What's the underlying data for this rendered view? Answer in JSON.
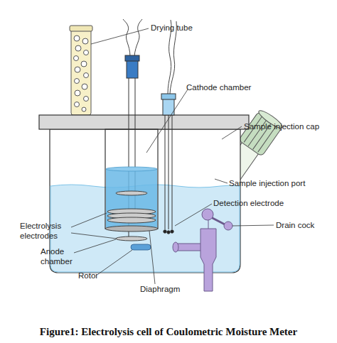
{
  "diagram": {
    "caption": "Figure1: Electrolysis cell of Coulometric Moisture Meter",
    "labels": [
      "Drying tube",
      "Cathode chamber",
      "Sample injection cap",
      "Sample injection port",
      "Detection electrode",
      "Electrolysis electrodes",
      "Drain cock",
      "Anode chamber",
      "Rotor",
      "Diaphragm"
    ]
  }
}
